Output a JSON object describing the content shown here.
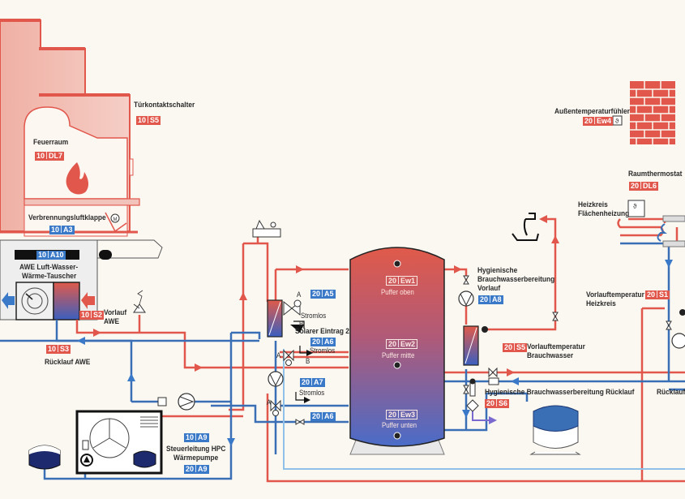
{
  "title": "Hydraulikschema Wassergeführter Kaminofen mit Pufferspeicher",
  "colors": {
    "background": "#fbf8f2",
    "hot_pipe": "#e2574c",
    "cold_pipe": "#3a6fb5",
    "light_pipe": "#8fc0e8",
    "stove_fill": "#f2c3bb",
    "tag_red": "#e2574c",
    "tag_blue": "#3a78c8"
  },
  "stove": {
    "tuerkontakt_label": "Türkontaktschalter",
    "tuerkontakt_tag": [
      "10",
      "S5"
    ],
    "feuerraum_label": "Feuerraum",
    "feuerraum_tag": [
      "10",
      "DL7"
    ],
    "verbrennungsluft_label": "Verbrennungsluftklappe",
    "verbrennungsluft_tag": [
      "10",
      "A3"
    ],
    "motor_symbol": "M"
  },
  "awe": {
    "tag": [
      "10",
      "A10"
    ],
    "label_line1": "AWE Luft-Wasser-",
    "label_line2": "Wärme-Tauscher",
    "vorlauf_tag": [
      "10",
      "S2"
    ],
    "vorlauf_label_line1": "Vorlauf",
    "vorlauf_label_line2": "AWE",
    "ruecklauf_tag": [
      "10",
      "S3"
    ],
    "ruecklauf_label": "Rücklauf AWE"
  },
  "heatpump": {
    "tag_top": [
      "10",
      "A9"
    ],
    "label_line1": "Steuerleitung HPC",
    "label_line2": "Wärmepumpe",
    "tag_bottom": [
      "20",
      "A9"
    ]
  },
  "valves": {
    "a_label": "A",
    "b_label": "B",
    "a5_tag": [
      "20",
      "A5"
    ],
    "stromlos_1": "Stromlos",
    "solar_label": "Solarer Eintrag 2",
    "a6_tag_upper": [
      "20",
      "A6"
    ],
    "stromlos_2": "Stromlos",
    "a7_tag": [
      "20",
      "A7"
    ],
    "stromlos_3": "Stromlos",
    "a6_tag_lower": [
      "20",
      "A6"
    ]
  },
  "buffer": {
    "ew1_tag": [
      "20",
      "Ew1"
    ],
    "ew1_label": "Puffer oben",
    "ew2_tag": [
      "20",
      "Ew2"
    ],
    "ew2_label": "Puffer mitte",
    "ew3_tag": [
      "20",
      "Ew3"
    ],
    "ew3_label": "Puffer unten"
  },
  "hot_water": {
    "vorlauf_label_line1": "Hygienische",
    "vorlauf_label_line2": "Brauchwasserbereitung",
    "vorlauf_label_line3": "Vorlauf",
    "a8_tag": [
      "20",
      "A8"
    ],
    "s5_tag": [
      "20",
      "S5"
    ],
    "s5_label_line1": "Vorlauftemperatur",
    "s5_label_line2": "Brauchwasser",
    "ruecklauf_label": "Hygienische Brauchwasserbereitung Rücklauf",
    "s6_tag": [
      "20",
      "S6"
    ]
  },
  "outdoor": {
    "label": "Außentemperaturfühler",
    "tag": [
      "20",
      "Ew4"
    ]
  },
  "room": {
    "thermostat_label": "Raumthermostat",
    "thermostat_tag": [
      "20",
      "DL6"
    ],
    "heizkreis_line1": "Heizkreis",
    "heizkreis_line2": "Flächenheizung",
    "s1_label_line1": "Vorlauftemperatur",
    "s1_label_line2": "Heizkreis",
    "s1_tag": [
      "20",
      "S1"
    ],
    "ruecklauf_label": "Rücklauf"
  }
}
